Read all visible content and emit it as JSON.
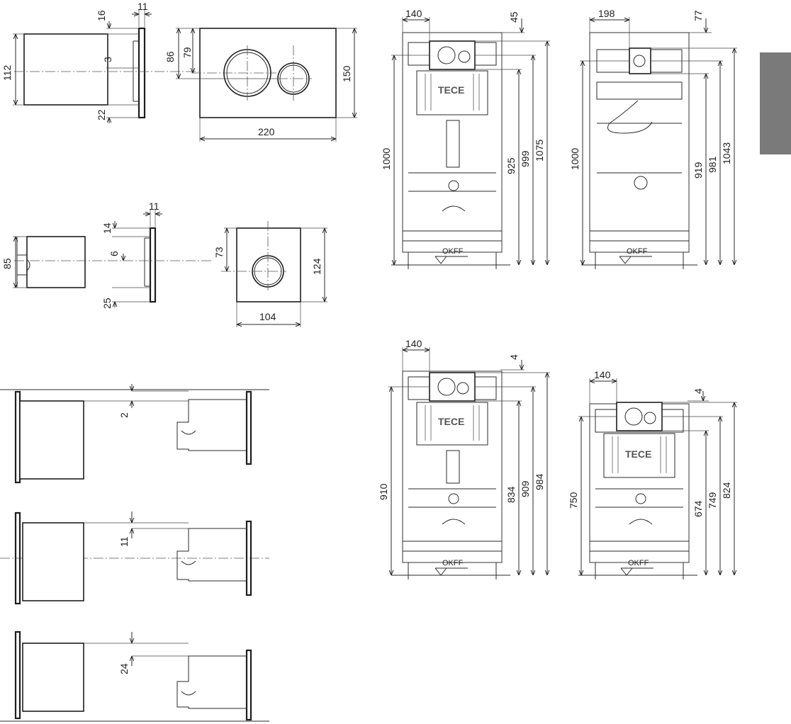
{
  "tab_color": "#7a7a7a",
  "brand_text": "TECE",
  "floor_label": "OKFF",
  "plate_large": {
    "thickness": "11",
    "top_offset": "16",
    "center_offset": "3",
    "bottom_offset": "22",
    "depth": "112",
    "height_inner": "86",
    "height_outer": "79",
    "height": "150",
    "width": "220"
  },
  "plate_small": {
    "thickness": "11",
    "top_offset": "14",
    "center_offset": "6",
    "bottom_offset": "25",
    "depth": "85",
    "height_inner": "73",
    "height": "124",
    "width": "104"
  },
  "offsets": {
    "a": "2",
    "b": "11",
    "c": "24"
  },
  "frame_1": {
    "offset_x": "140",
    "top": "45",
    "total": "1000",
    "h1": "925",
    "h2": "999",
    "h3": "1075"
  },
  "frame_2": {
    "offset_x": "198",
    "top": "77",
    "total": "1000",
    "h1": "919",
    "h2": "981",
    "h3": "1043"
  },
  "frame_3": {
    "offset_x": "140",
    "top": "4",
    "total": "910",
    "h1": "834",
    "h2": "909",
    "h3": "984"
  },
  "frame_4": {
    "offset_x": "140",
    "top": "4",
    "total": "750",
    "h1": "674",
    "h2": "749",
    "h3": "824"
  }
}
